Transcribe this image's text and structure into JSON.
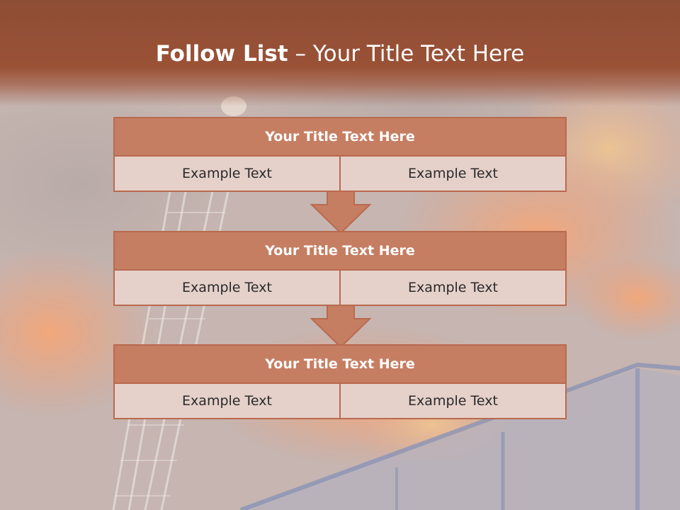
{
  "slide": {
    "title_bold": "Follow List",
    "title_rest": "– Your Title Text Here"
  },
  "steps": [
    {
      "title": "Your Title Text Here",
      "left": "Example Text",
      "right": "Example Text"
    },
    {
      "title": "Your Title Text Here",
      "left": "Example Text",
      "right": "Example Text"
    },
    {
      "title": "Your Title Text Here",
      "left": "Example Text",
      "right": "Example Text"
    }
  ],
  "colors": {
    "header": "#9a5236",
    "box_head": "#c67e62",
    "box_cell": "#e5d0ca",
    "border": "#b86a4f"
  }
}
